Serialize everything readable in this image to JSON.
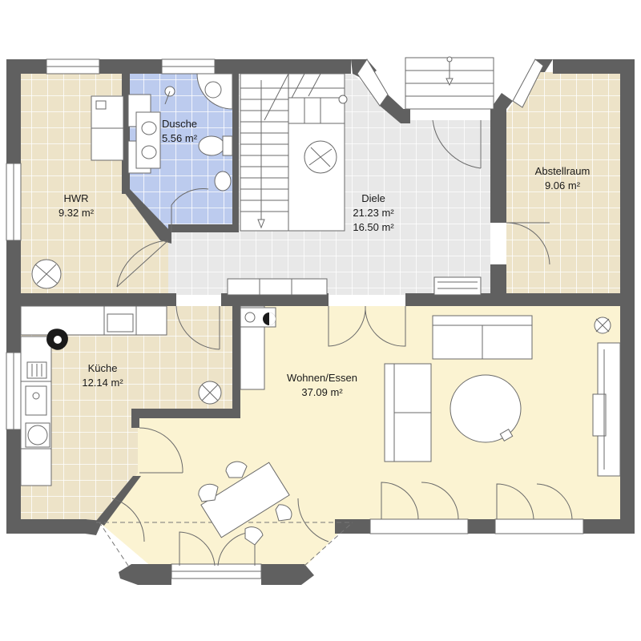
{
  "rooms": {
    "hwr": {
      "name": "HWR",
      "area": "9.32 m²"
    },
    "dusche": {
      "name": "Dusche",
      "area": "5.56 m²"
    },
    "diele": {
      "name": "Diele",
      "area": "21.23 m²",
      "area2": "16.50 m²"
    },
    "abstellraum": {
      "name": "Abstellraum",
      "area": "9.06 m²"
    },
    "kueche": {
      "name": "Küche",
      "area": "12.14 m²"
    },
    "wohnen": {
      "name": "Wohnen/Essen",
      "area": "37.09 m²"
    }
  },
  "colors": {
    "wall": "#606060",
    "tile_beige": "#ede3c8",
    "tile_blue": "#bccbee",
    "tile_grey": "#e8e8e8",
    "living_floor": "#fbf3d2",
    "grid_line": "#ffffff"
  }
}
